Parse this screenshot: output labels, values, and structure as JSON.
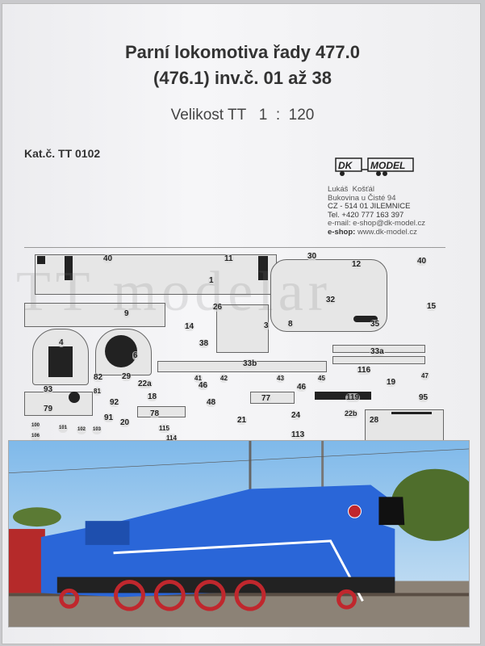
{
  "header": {
    "title_line1": "Parní lokomotiva řady 477.0",
    "title_line2": "(476.1) inv.č. 01 až 38",
    "scale": "Velikost TT   1  :  120",
    "catalog": "Kat.č. TT 0102"
  },
  "publisher": {
    "logo_text": "DK MODEL",
    "name": "Lukáš  Košťál",
    "street": "Bukovina u Čisté 94",
    "city": "CZ - 514 01 JILEMNICE",
    "phone": "Tel. +420 777 163 397",
    "email": "e-mail: e-shop@dk-model.cz",
    "eshop_label": "e-shop:",
    "eshop_url": " www.dk-model.cz"
  },
  "watermark": "TT modelar",
  "parts": [
    "40",
    "11",
    "1",
    "30",
    "12",
    "40",
    "32",
    "15",
    "9",
    "26",
    "14",
    "3",
    "8",
    "35",
    "4",
    "6",
    "38",
    "33a",
    "33b",
    "116",
    "82",
    "29",
    "22a",
    "41",
    "42",
    "43",
    "45",
    "46",
    "46",
    "19",
    "47",
    "93",
    "81",
    "18",
    "48",
    "77",
    "119",
    "95",
    "92",
    "79",
    "78",
    "91",
    "20",
    "21",
    "24",
    "22b",
    "28",
    "113",
    "114",
    "115",
    "100",
    "101",
    "102",
    "103",
    "106"
  ],
  "colors": {
    "loco": "#2a66d8",
    "sky": "#8fc4ef"
  }
}
